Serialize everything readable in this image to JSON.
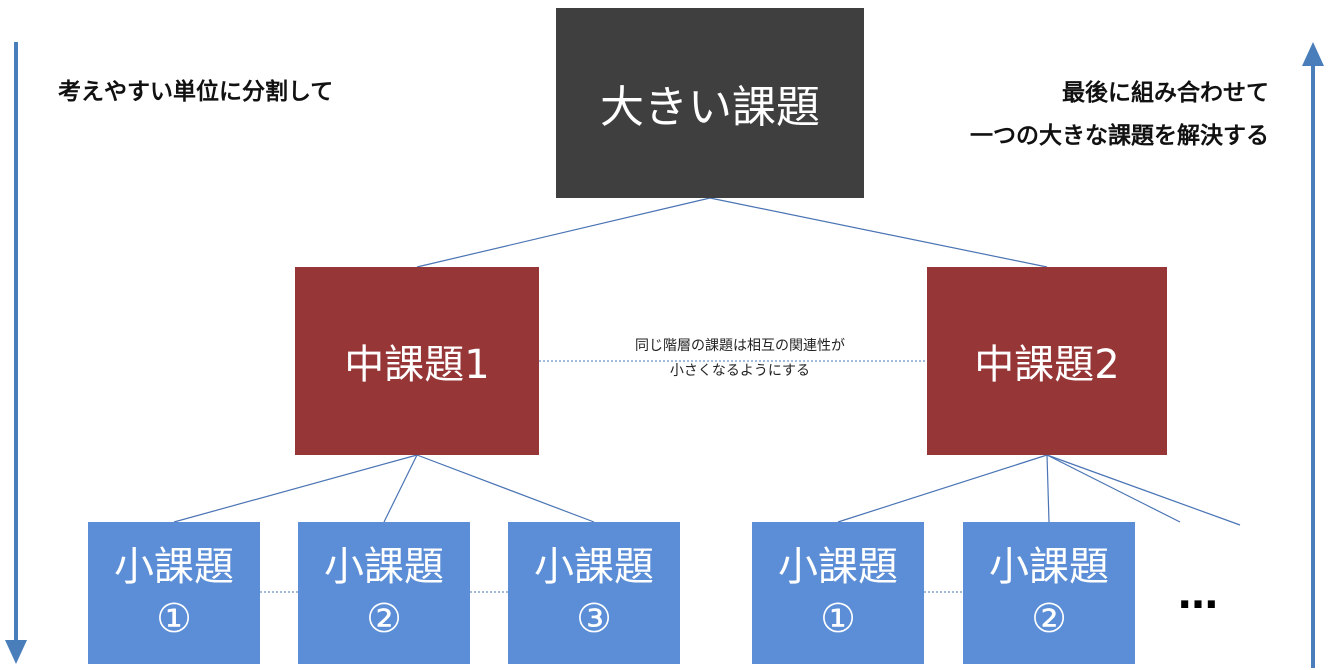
{
  "top": {
    "label": "大きい課題"
  },
  "middle": [
    {
      "label": "中課題1"
    },
    {
      "label": "中課題2"
    }
  ],
  "small": [
    {
      "title": "小課題",
      "num": "①"
    },
    {
      "title": "小課題",
      "num": "②"
    },
    {
      "title": "小課題",
      "num": "③"
    },
    {
      "title": "小課題",
      "num": "①"
    },
    {
      "title": "小課題",
      "num": "②"
    }
  ],
  "ellipsis": "…",
  "left_caption": "考えやすい単位に分割して",
  "right_caption": {
    "line1": "最後に組み合わせて",
    "line2": "一つの大きな課題を解決する"
  },
  "middle_note": {
    "line1": "同じ階層の課題は相互の関連性が",
    "line2": "小さくなるようにする"
  },
  "colors": {
    "top_box": "#3f3f3f",
    "middle_box": "#963637",
    "small_box": "#5b8ed6",
    "connector": "#4a74b4",
    "arrow": "#4a7ebb"
  }
}
